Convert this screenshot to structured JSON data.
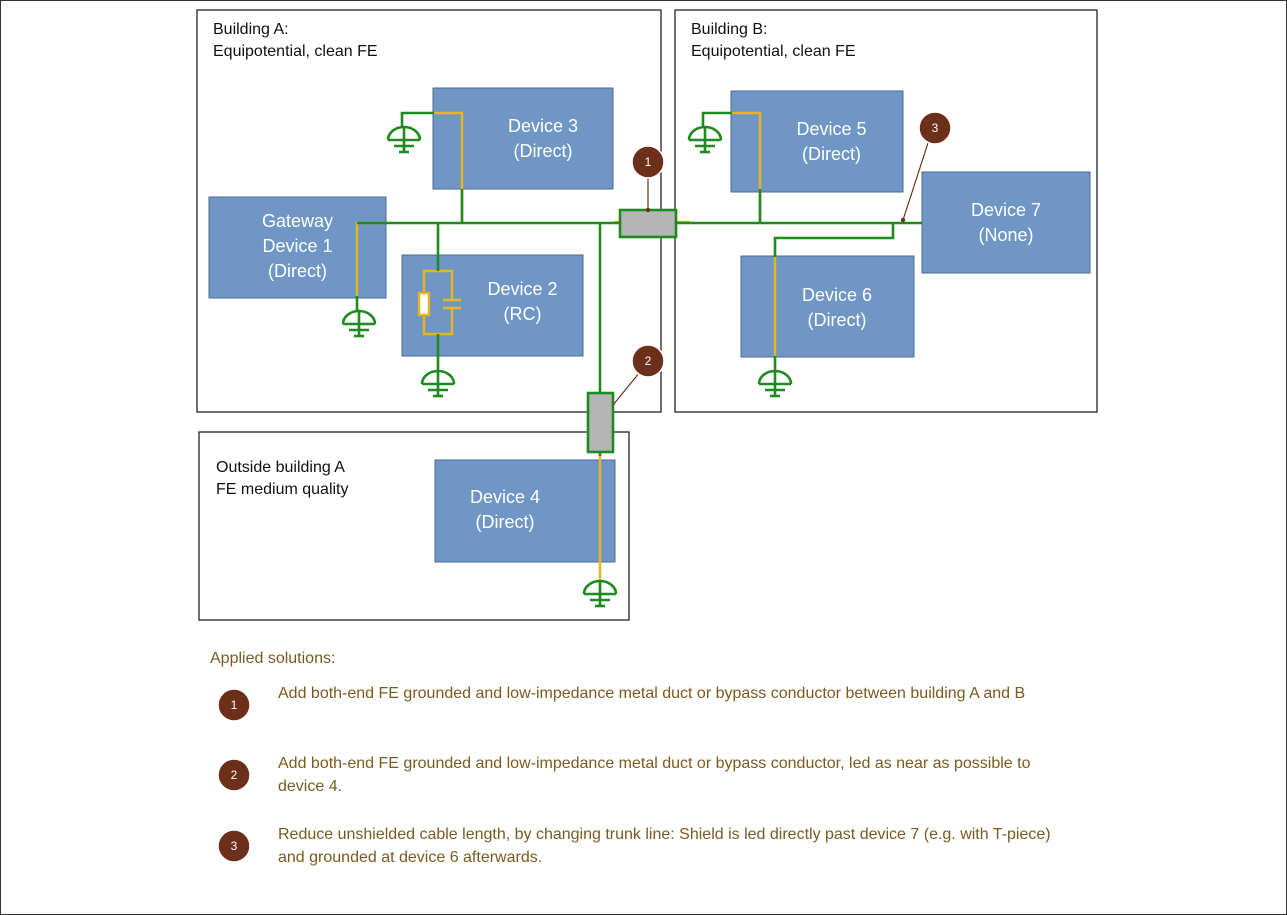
{
  "zones": {
    "building_a": {
      "title": "Building A:\nEquipotential, clean FE"
    },
    "building_b": {
      "title": "Building B:\nEquipotential, clean FE"
    },
    "outside_a": {
      "title": "Outside building A\nFE medium quality"
    }
  },
  "devices": {
    "gateway": "Gateway\nDevice 1\n(Direct)",
    "device2": "Device 2\n(RC)",
    "device3": "Device 3\n(Direct)",
    "device4": "Device 4\n(Direct)",
    "device5": "Device 5\n(Direct)",
    "device6": "Device 6\n(Direct)",
    "device7": "Device 7\n(None)"
  },
  "markers": {
    "m1": "1",
    "m2": "2",
    "m3": "3"
  },
  "legend": {
    "heading": "Applied solutions:",
    "items": [
      {
        "num": "1",
        "text": "Add both-end FE grounded and low-impedance metal duct or bypass conductor between building A and B"
      },
      {
        "num": "2",
        "text": "Add both-end FE grounded and low-impedance metal duct or bypass conductor, led as near as possible to device 4."
      },
      {
        "num": "3",
        "text": "Reduce unshielded cable length, by changing trunk line: Shield is led directly past device 7 (e.g. with T-piece) and grounded at device 6 afterwards."
      }
    ]
  },
  "colors": {
    "device_fill": "#7096c6",
    "device_stroke": "#4a6b96",
    "shield_green": "#1f8a1f",
    "cable_yellow": "#e8b61c",
    "marker_brown": "#6b2f1a",
    "legend_text": "#7b5a20",
    "duct_gray": "#b5b5b5"
  }
}
